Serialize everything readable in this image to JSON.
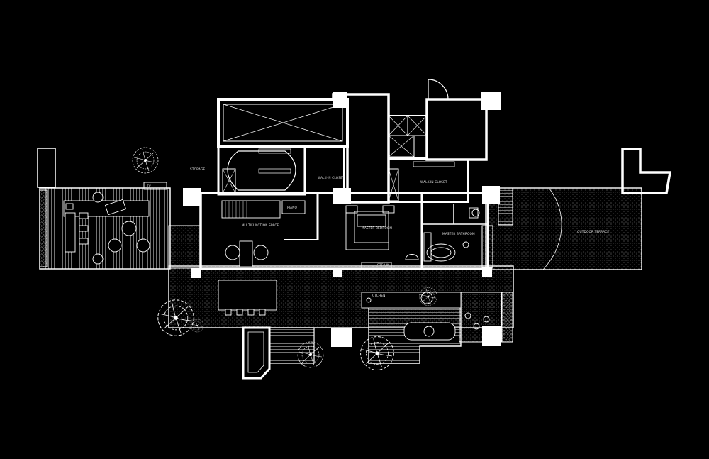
{
  "colors": {
    "background": "#000000",
    "linework": "#ffffff"
  },
  "labels": {
    "multifunction_space": "MULTIFUNCTION SPACE",
    "piano": "PIANO",
    "master_bedroom": "MASTER BEDROOM",
    "walk_in_closet_left": "WALK-IN CLOSET",
    "walk_in_closet_right": "WALK-IN CLOSET",
    "master_bathroom": "MASTER BATHROOM",
    "storage": "STORAGE",
    "tv": "TV",
    "step_in": "STEP IN",
    "outdoor_terrace": "OUTDOOR TERRACE",
    "kitchen": "KITCHEN"
  }
}
